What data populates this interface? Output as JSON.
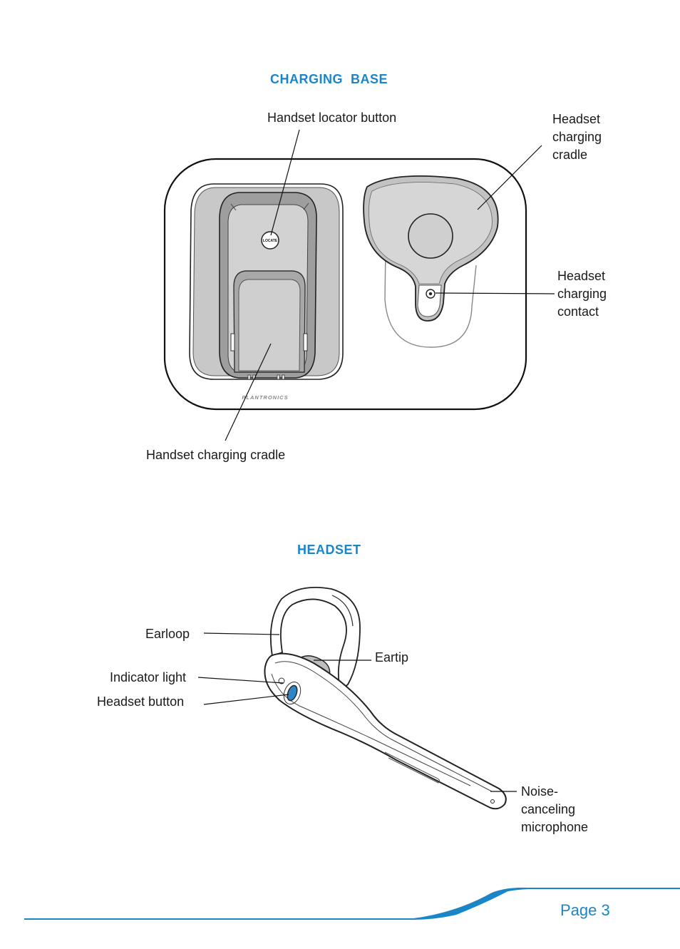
{
  "charging_base": {
    "title": "CHARGING  BASE",
    "labels": {
      "locator_button": "Handset locator button",
      "headset_cradle_l1": "Headset",
      "headset_cradle_l2": "charging",
      "headset_cradle_l3": "cradle",
      "contact_l1": "Headset",
      "contact_l2": "charging",
      "contact_l3": "contact",
      "handset_cradle": "Handset charging cradle"
    },
    "button_text": "LOCATE",
    "brand": "PLANTRONICS"
  },
  "headset": {
    "title": "HEADSET",
    "labels": {
      "earloop": "Earloop",
      "eartip": "Eartip",
      "indicator": "Indicator light",
      "button": "Headset button",
      "mic_l1": "Noise-",
      "mic_l2": "canceling",
      "mic_l3": "microphone"
    }
  },
  "footer": {
    "page": "Page 3"
  },
  "colors": {
    "accent": "#1a86c8",
    "device_gray": "#c8c8c8",
    "dark_gray": "#9a9a9a"
  }
}
